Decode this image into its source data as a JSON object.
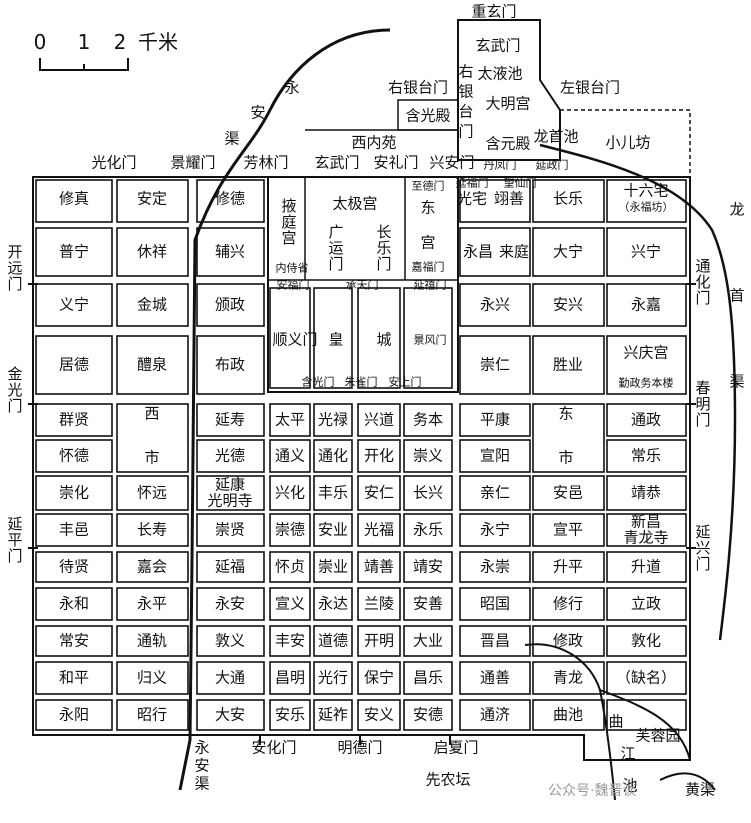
{
  "scale": {
    "ticks": [
      "0",
      "1",
      "2"
    ],
    "unit": "千米"
  },
  "rivers": {
    "yong_an_chars": [
      "永",
      "安",
      "渠"
    ],
    "long_shou_chars": [
      "龙",
      "首",
      "渠"
    ],
    "lower_yong_an": [
      "永",
      "安",
      "渠"
    ],
    "huang_qu": "黄渠"
  },
  "palace_area": {
    "chongxuan": "重玄门",
    "xuanwu": "玄武门",
    "taiyechi": "太液池",
    "daminggong": "大明宫",
    "youyintai_chars": [
      "右",
      "银",
      "台",
      "门"
    ],
    "youyintai": "右银台门",
    "zuoyintai": "左银台门",
    "hanguang": "含光殿",
    "hanyuan": "含元殿",
    "xineiyuan": "西内苑",
    "longshouchi": "龙首池",
    "xiaoerfang": "小儿坊",
    "danfeng": "丹凤门",
    "yanzheng": "延政门"
  },
  "north_gates": {
    "guanghua": "光化门",
    "jingyao": "景耀门",
    "fanglin": "芳林门",
    "xuanwu2": "玄武门",
    "anli": "安礼门",
    "xingan": "兴安门",
    "jianfu": "建福门",
    "wangxian": "望仙门"
  },
  "west_gates": {
    "kaiyuan": [
      "开",
      "远",
      "门"
    ],
    "jinguang": [
      "金",
      "光",
      "门"
    ],
    "yanping": [
      "延",
      "平",
      "门"
    ]
  },
  "east_gates": {
    "tonghua": [
      "通",
      "化",
      "门"
    ],
    "chunming": [
      "春",
      "明",
      "门"
    ],
    "yanxing": [
      "延",
      "兴",
      "门"
    ]
  },
  "south_gates": {
    "anhua": "安化门",
    "mingde": "明德门",
    "qixia": "启夏门",
    "xiannongtan": "先农坛"
  },
  "taiji": {
    "yetingong": [
      "掖",
      "庭",
      "宫"
    ],
    "taijigong": "太极宫",
    "guangyun": [
      "广",
      "运",
      "门"
    ],
    "changle": [
      "长",
      "乐",
      "门"
    ],
    "dong": "东",
    "gong": "宫",
    "zhide": "至德门",
    "jiafu": "嘉福门",
    "neishisheng": "内侍省",
    "anfu": "安福门",
    "chengtian": "承天门",
    "yanxi": "延禧门"
  },
  "huangcheng": {
    "shunyi": "顺义门",
    "huang": "皇",
    "cheng": "城",
    "jingfeng": "景风门",
    "hanguangmen": "含光门",
    "zhuquemen": "朱雀门",
    "anshangmen": "安上门"
  },
  "dongshi": [
    "东",
    "市"
  ],
  "xishi": [
    "西",
    "市"
  ],
  "qujiang": {
    "qu": "曲",
    "jiang": "江",
    "chi": "池",
    "furongyuan": "芙蓉园"
  },
  "wards": {
    "r1": [
      "修真",
      "安定",
      "修德",
      "光宅",
      "翊善",
      "长乐",
      "十六宅",
      "（永福坊）"
    ],
    "r1_small": [
      "至德门",
      "延福门",
      "望仙门"
    ],
    "r2": [
      "普宁",
      "休祥",
      "辅兴",
      "永昌",
      "来庭",
      "大宁",
      "兴宁"
    ],
    "r3": [
      "义宁",
      "金城",
      "颁政",
      "永兴",
      "安兴",
      "永嘉"
    ],
    "r4": [
      "居德",
      "醴泉",
      "布政",
      "崇仁",
      "胜业",
      "兴庆宫",
      "勤政务本楼"
    ],
    "r5": [
      "群贤",
      "延寿",
      "太平",
      "光禄",
      "兴道",
      "务本",
      "平康",
      "通政"
    ],
    "r6": [
      "怀德",
      "光德",
      "通义",
      "通化",
      "开化",
      "崇义",
      "宣阳",
      "常乐"
    ],
    "r7": [
      "崇化",
      "怀远",
      "延康",
      "光明寺",
      "兴化",
      "丰乐",
      "安仁",
      "长兴",
      "亲仁",
      "安邑",
      "靖恭"
    ],
    "r8": [
      "丰邑",
      "长寿",
      "崇贤",
      "崇德",
      "安业",
      "光福",
      "永乐",
      "永宁",
      "宣平",
      "新昌",
      "青龙寺"
    ],
    "r9": [
      "待贤",
      "嘉会",
      "延福",
      "怀贞",
      "崇业",
      "靖善",
      "靖安",
      "永崇",
      "升平",
      "升道"
    ],
    "r10": [
      "永和",
      "永平",
      "永安",
      "宣义",
      "永达",
      "兰陵",
      "安善",
      "昭国",
      "修行",
      "立政"
    ],
    "r11": [
      "常安",
      "通轨",
      "敦义",
      "丰安",
      "道德",
      "开明",
      "大业",
      "晋昌",
      "修政",
      "敦化"
    ],
    "r12": [
      "和平",
      "归义",
      "大通",
      "昌明",
      "光行",
      "保宁",
      "昌乐",
      "通善",
      "青龙",
      "（缺名）"
    ],
    "r13": [
      "永阳",
      "昭行",
      "大安",
      "安乐",
      "延祚",
      "安义",
      "安德",
      "通济",
      "曲池"
    ]
  },
  "watermark": "公众号·魏晋谈"
}
